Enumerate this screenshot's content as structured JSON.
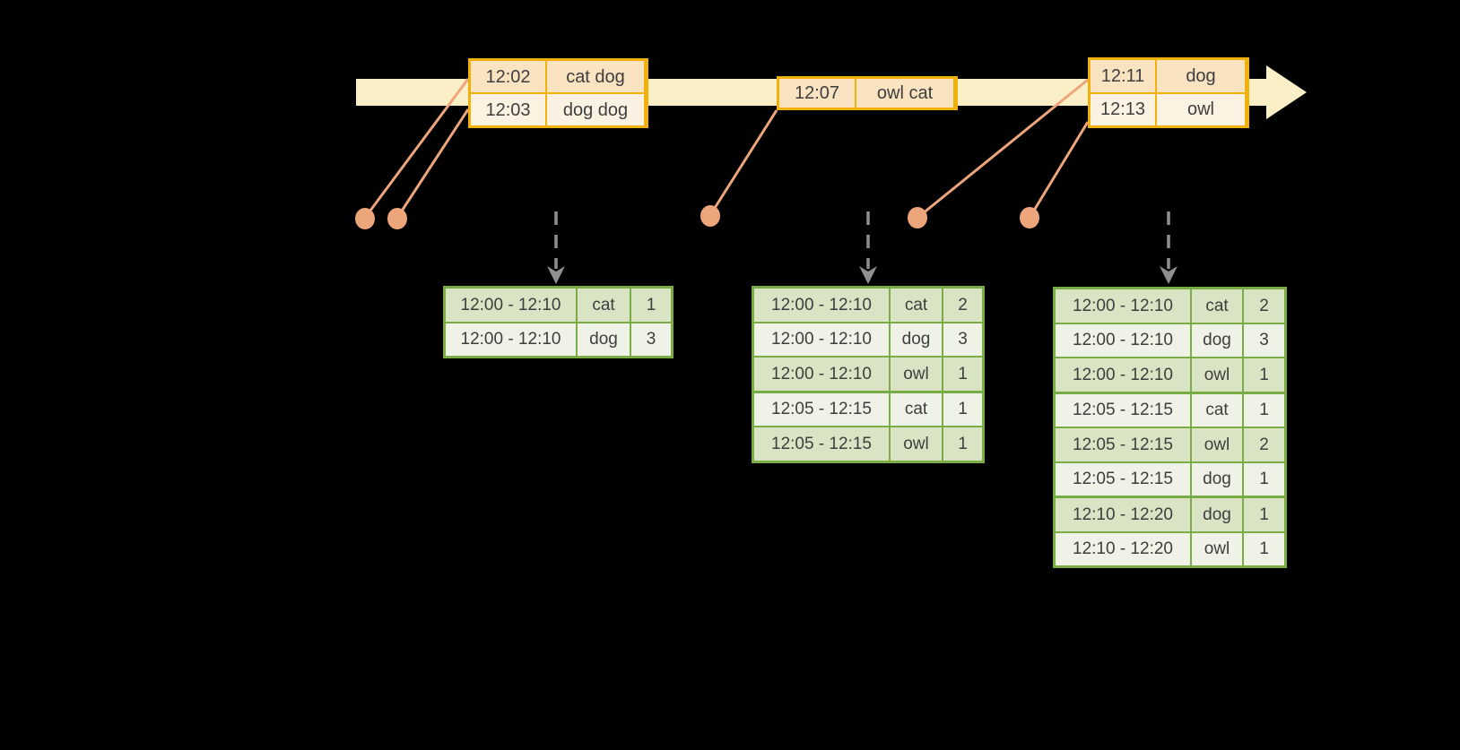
{
  "diagram": {
    "kind": "windowed-grouped-aggregation-stream-diagram",
    "background": "#000000"
  },
  "colors": {
    "timeline_fill": "#FBEFC7",
    "event_table_border": "#F2B10A",
    "event_row_odd": "#FAE3C0",
    "event_row_even": "#FCF2E2",
    "connector_salmon": "#EDA67C",
    "result_table_border": "#7AAC45",
    "result_row_odd": "#D9E4C4",
    "result_row_even": "#EEF2E7",
    "flow_arrow_gray": "#8F8F8F",
    "text": "#3E3E3E"
  },
  "icons": [
    {
      "name": "timeline-arrow",
      "shape": "right-block-arrow"
    },
    {
      "name": "event-dot",
      "shape": "filled-circle"
    },
    {
      "name": "flow-arrow-icon",
      "shape": "dashed-down-arrow"
    }
  ],
  "event_tables": [
    {
      "rows": [
        {
          "time": "12:02",
          "words": "cat dog"
        },
        {
          "time": "12:03",
          "words": "dog dog"
        }
      ]
    },
    {
      "rows": [
        {
          "time": "12:07",
          "words": "owl cat"
        }
      ]
    },
    {
      "rows": [
        {
          "time": "12:11",
          "words": "dog"
        },
        {
          "time": "12:13",
          "words": "owl"
        }
      ]
    }
  ],
  "result_tables": [
    {
      "groups": [
        {
          "rows": [
            {
              "window": "12:00 - 12:10",
              "word": "cat",
              "count": "1"
            },
            {
              "window": "12:00 - 12:10",
              "word": "dog",
              "count": "3"
            }
          ]
        }
      ]
    },
    {
      "groups": [
        {
          "rows": [
            {
              "window": "12:00 - 12:10",
              "word": "cat",
              "count": "2"
            },
            {
              "window": "12:00 - 12:10",
              "word": "dog",
              "count": "3"
            },
            {
              "window": "12:00 - 12:10",
              "word": "owl",
              "count": "1"
            }
          ]
        },
        {
          "rows": [
            {
              "window": "12:05 - 12:15",
              "word": "cat",
              "count": "1"
            },
            {
              "window": "12:05 - 12:15",
              "word": "owl",
              "count": "1"
            }
          ]
        }
      ]
    },
    {
      "groups": [
        {
          "rows": [
            {
              "window": "12:00 - 12:10",
              "word": "cat",
              "count": "2"
            },
            {
              "window": "12:00 - 12:10",
              "word": "dog",
              "count": "3"
            },
            {
              "window": "12:00 - 12:10",
              "word": "owl",
              "count": "1"
            }
          ]
        },
        {
          "rows": [
            {
              "window": "12:05 - 12:15",
              "word": "cat",
              "count": "1"
            },
            {
              "window": "12:05 - 12:15",
              "word": "owl",
              "count": "2"
            },
            {
              "window": "12:05 - 12:15",
              "word": "dog",
              "count": "1"
            }
          ]
        },
        {
          "rows": [
            {
              "window": "12:10 - 12:20",
              "word": "dog",
              "count": "1"
            },
            {
              "window": "12:10 - 12:20",
              "word": "owl",
              "count": "1"
            }
          ]
        }
      ]
    }
  ]
}
